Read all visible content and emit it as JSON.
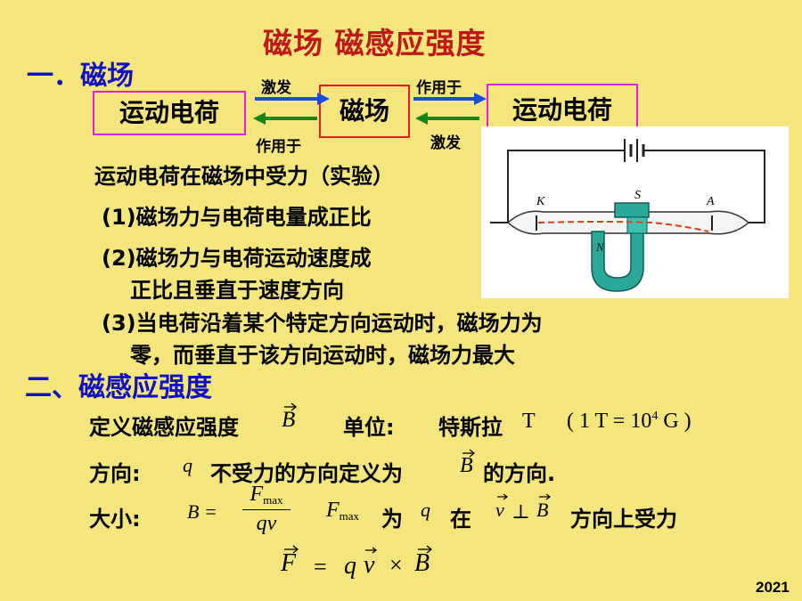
{
  "title": "磁场  磁感应强度",
  "section1": {
    "label": "一．磁场"
  },
  "diagram": {
    "charge_left": "运动电荷",
    "field": "磁场",
    "charge_right": "运动电荷",
    "arrow_top_left": "激发",
    "arrow_bottom_left": "作用于",
    "arrow_top_right": "作用于",
    "arrow_bottom_right": "激发",
    "arrow_colors": {
      "right": "#1a4be0",
      "left": "#12881a"
    }
  },
  "experiment": {
    "heading": "运动电荷在磁场中受力（实验）",
    "point1": "(1)磁场力与电荷电量成正比",
    "point2_line1": "(2)磁场力与电荷运动速度成",
    "point2_line2": "正比且垂直于速度方向",
    "point3_line1": "(3)当电荷沿着某个特定方向运动时，磁场力为",
    "point3_line2": "零，而垂直于该方向运动时，磁场力最大",
    "figure_labels": {
      "k": "K",
      "s": "S",
      "a": "A",
      "n": "N"
    }
  },
  "section2": {
    "label": "二、磁感应强度",
    "definition_prefix": "定义磁感应强度",
    "definition_symbol": "B",
    "unit_label": "单位:",
    "unit_name": "特斯拉",
    "unit_symbol": "T",
    "unit_relation": "( 1 T = 10",
    "unit_exponent": "4",
    "unit_relation_end": "G )",
    "direction_label": "方向:",
    "direction_q": "q",
    "direction_text": "不受力的方向定义为",
    "direction_b": "B",
    "direction_end": "的方向.",
    "magnitude_label": "大小:",
    "formula_lhs": "B =",
    "formula_num": "F",
    "formula_num_sub": "max",
    "formula_den": "qv",
    "fmax_f": "F",
    "fmax_sub": "max",
    "fmax_wei": "为",
    "fmax_q": "q",
    "fmax_zai": "在",
    "fmax_v": "v",
    "fmax_perp": "⊥",
    "fmax_b": "B",
    "fmax_end": "方向上受力",
    "lorentz_f": "F",
    "lorentz_eq": "=",
    "lorentz_q": "q",
    "lorentz_v": "v",
    "lorentz_x": "×",
    "lorentz_b": "B"
  },
  "footer": {
    "year": "2021"
  }
}
